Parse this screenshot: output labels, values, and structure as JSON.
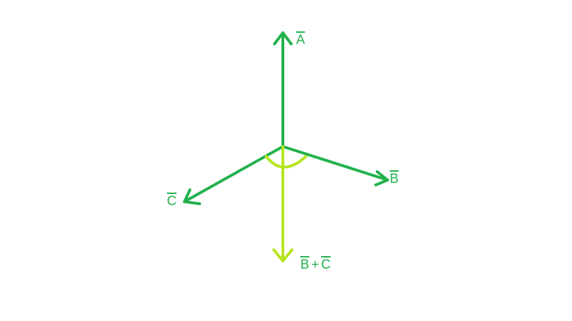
{
  "colors": {
    "vector": "#22b14c",
    "resultant": "#b5e61d",
    "background": "#ffffff"
  },
  "vectors": {
    "a": {
      "label": "A"
    },
    "b": {
      "label": "B"
    },
    "c": {
      "label": "C"
    }
  },
  "resultant": {
    "left": "B",
    "operator": "+",
    "right": "C"
  }
}
